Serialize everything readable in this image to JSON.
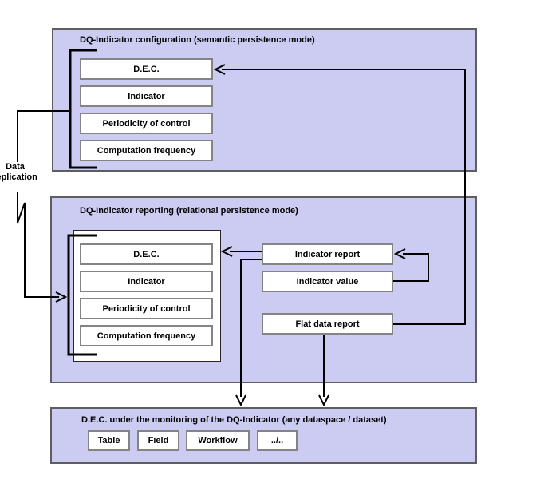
{
  "colors": {
    "panel_fill": "#ccccf2",
    "panel_border": "#5e5e5e",
    "box_fill": "#ffffff",
    "box_border": "#848484",
    "container_border": "#262626",
    "line": "#000000"
  },
  "annotation": {
    "line1": "Data",
    "line2": "replication"
  },
  "config_section": {
    "title": "DQ-Indicator configuration (semantic persistence mode)",
    "items": [
      "D.E.C.",
      "Indicator",
      "Periodicity of control",
      "Computation frequency"
    ]
  },
  "reporting_section": {
    "title": "DQ-Indicator reporting (relational persistence mode)",
    "dec_items": [
      "D.E.C.",
      "Indicator",
      "Periodicity of control",
      "Computation frequency"
    ],
    "indicator_report": "Indicator report",
    "indicator_value": "Indicator value",
    "flat_data_report": "Flat data report"
  },
  "monitoring_section": {
    "title": "D.E.C. under the monitoring of the DQ-Indicator (any dataspace / dataset)",
    "items": [
      "Table",
      "Field",
      "Workflow",
      "../.."
    ]
  }
}
